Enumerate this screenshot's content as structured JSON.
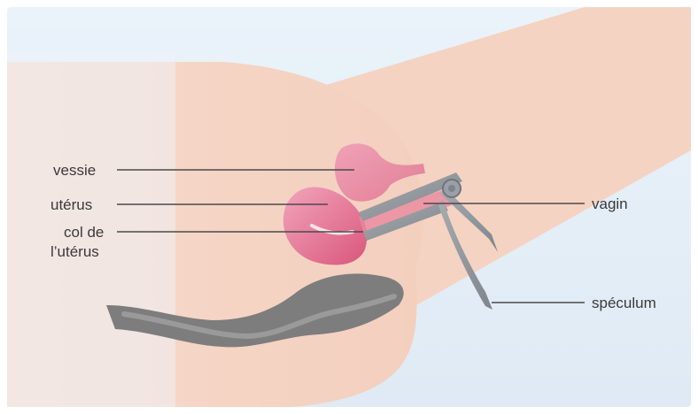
{
  "labels": {
    "vessie": "vessie",
    "uterus": "utérus",
    "col_line1": "col de",
    "col_line2": "l’utérus",
    "vagin": "vagin",
    "speculum": "spéculum"
  },
  "colors": {
    "background": "#e6f0f8",
    "skin": "#f6d6c6",
    "skin_shade": "#f0c7b4",
    "organ_pink": "#e37e9a",
    "organ_dark": "#cd4f73",
    "bowel_grey": "#7d7d7d",
    "speculum_grey": "#8e9398",
    "leader_line": "#4a4a4a"
  },
  "icons": {
    "vessie": "bladder-shape",
    "uterus": "uterus-shape",
    "speculum": "speculum-instrument",
    "bowel": "rectum-shape"
  }
}
